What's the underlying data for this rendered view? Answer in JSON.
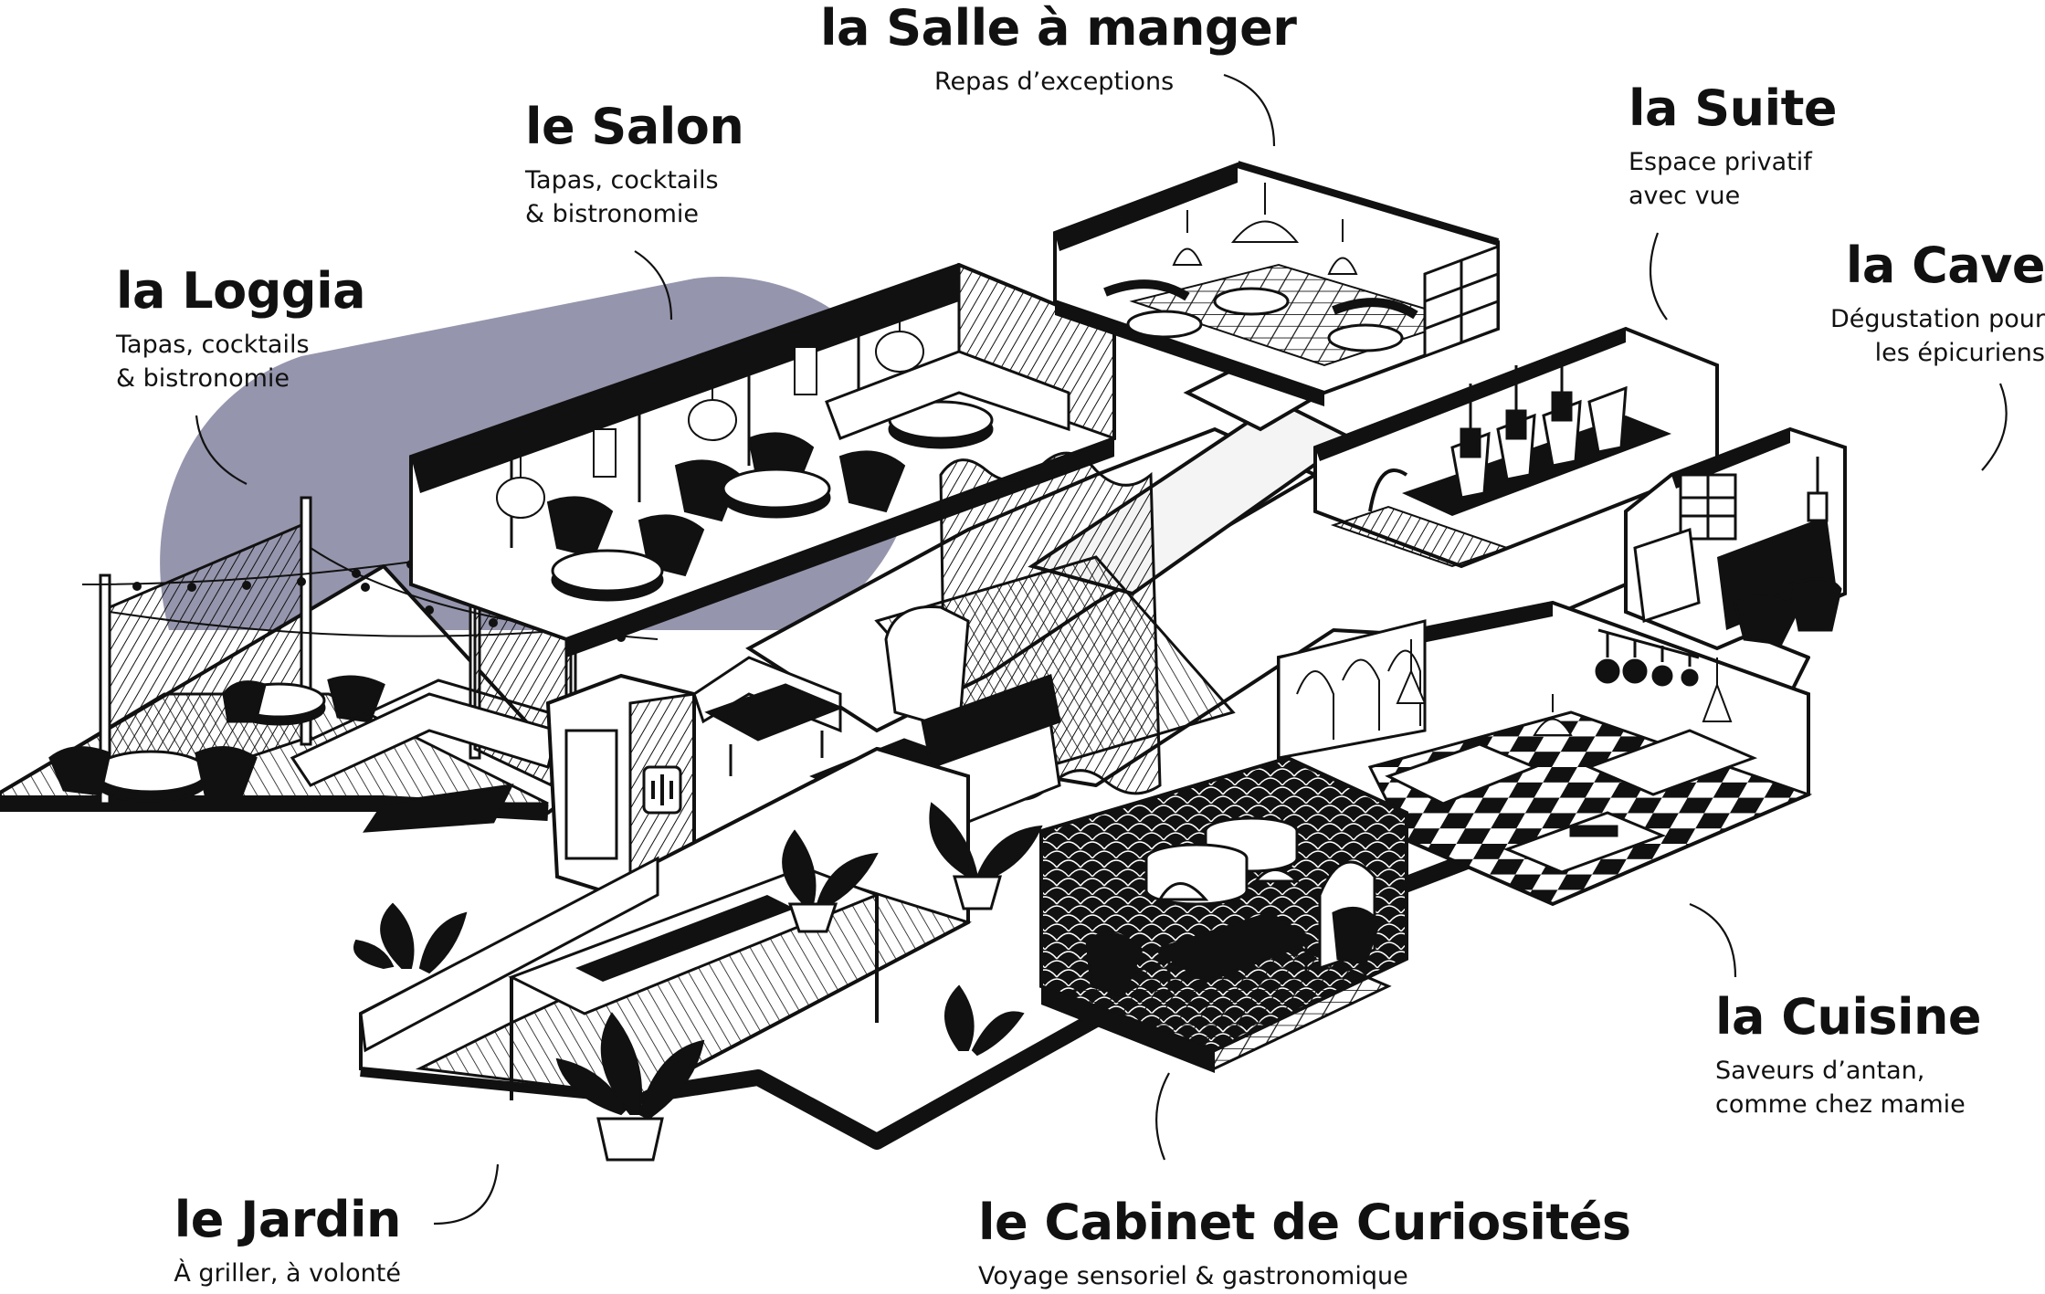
{
  "zones": {
    "salle": {
      "title": "la Salle à manger",
      "subtitle": "Repas d’exceptions"
    },
    "salon": {
      "title": "le Salon",
      "subtitle": "Tapas, cocktails\n& bistronomie"
    },
    "suite": {
      "title": "la Suite",
      "subtitle": "Espace privatif\navec vue"
    },
    "loggia": {
      "title": "la Loggia",
      "subtitle": "Tapas, cocktails\n& bistronomie"
    },
    "cave": {
      "title": "la Cave",
      "subtitle": "Dégustation pour\nles épicuriens"
    },
    "cuisine": {
      "title": "la Cuisine",
      "subtitle": "Saveurs d’antan,\ncomme chez mamie"
    },
    "jardin": {
      "title": "le Jardin",
      "subtitle": "À griller, à volonté"
    },
    "cabinet": {
      "title": "le Cabinet de Curiosités",
      "subtitle": "Voyage sensoriel & gastronomique"
    }
  },
  "colors": {
    "ink": "#111111",
    "highlight": "#9595ad",
    "paper": "#ffffff"
  }
}
